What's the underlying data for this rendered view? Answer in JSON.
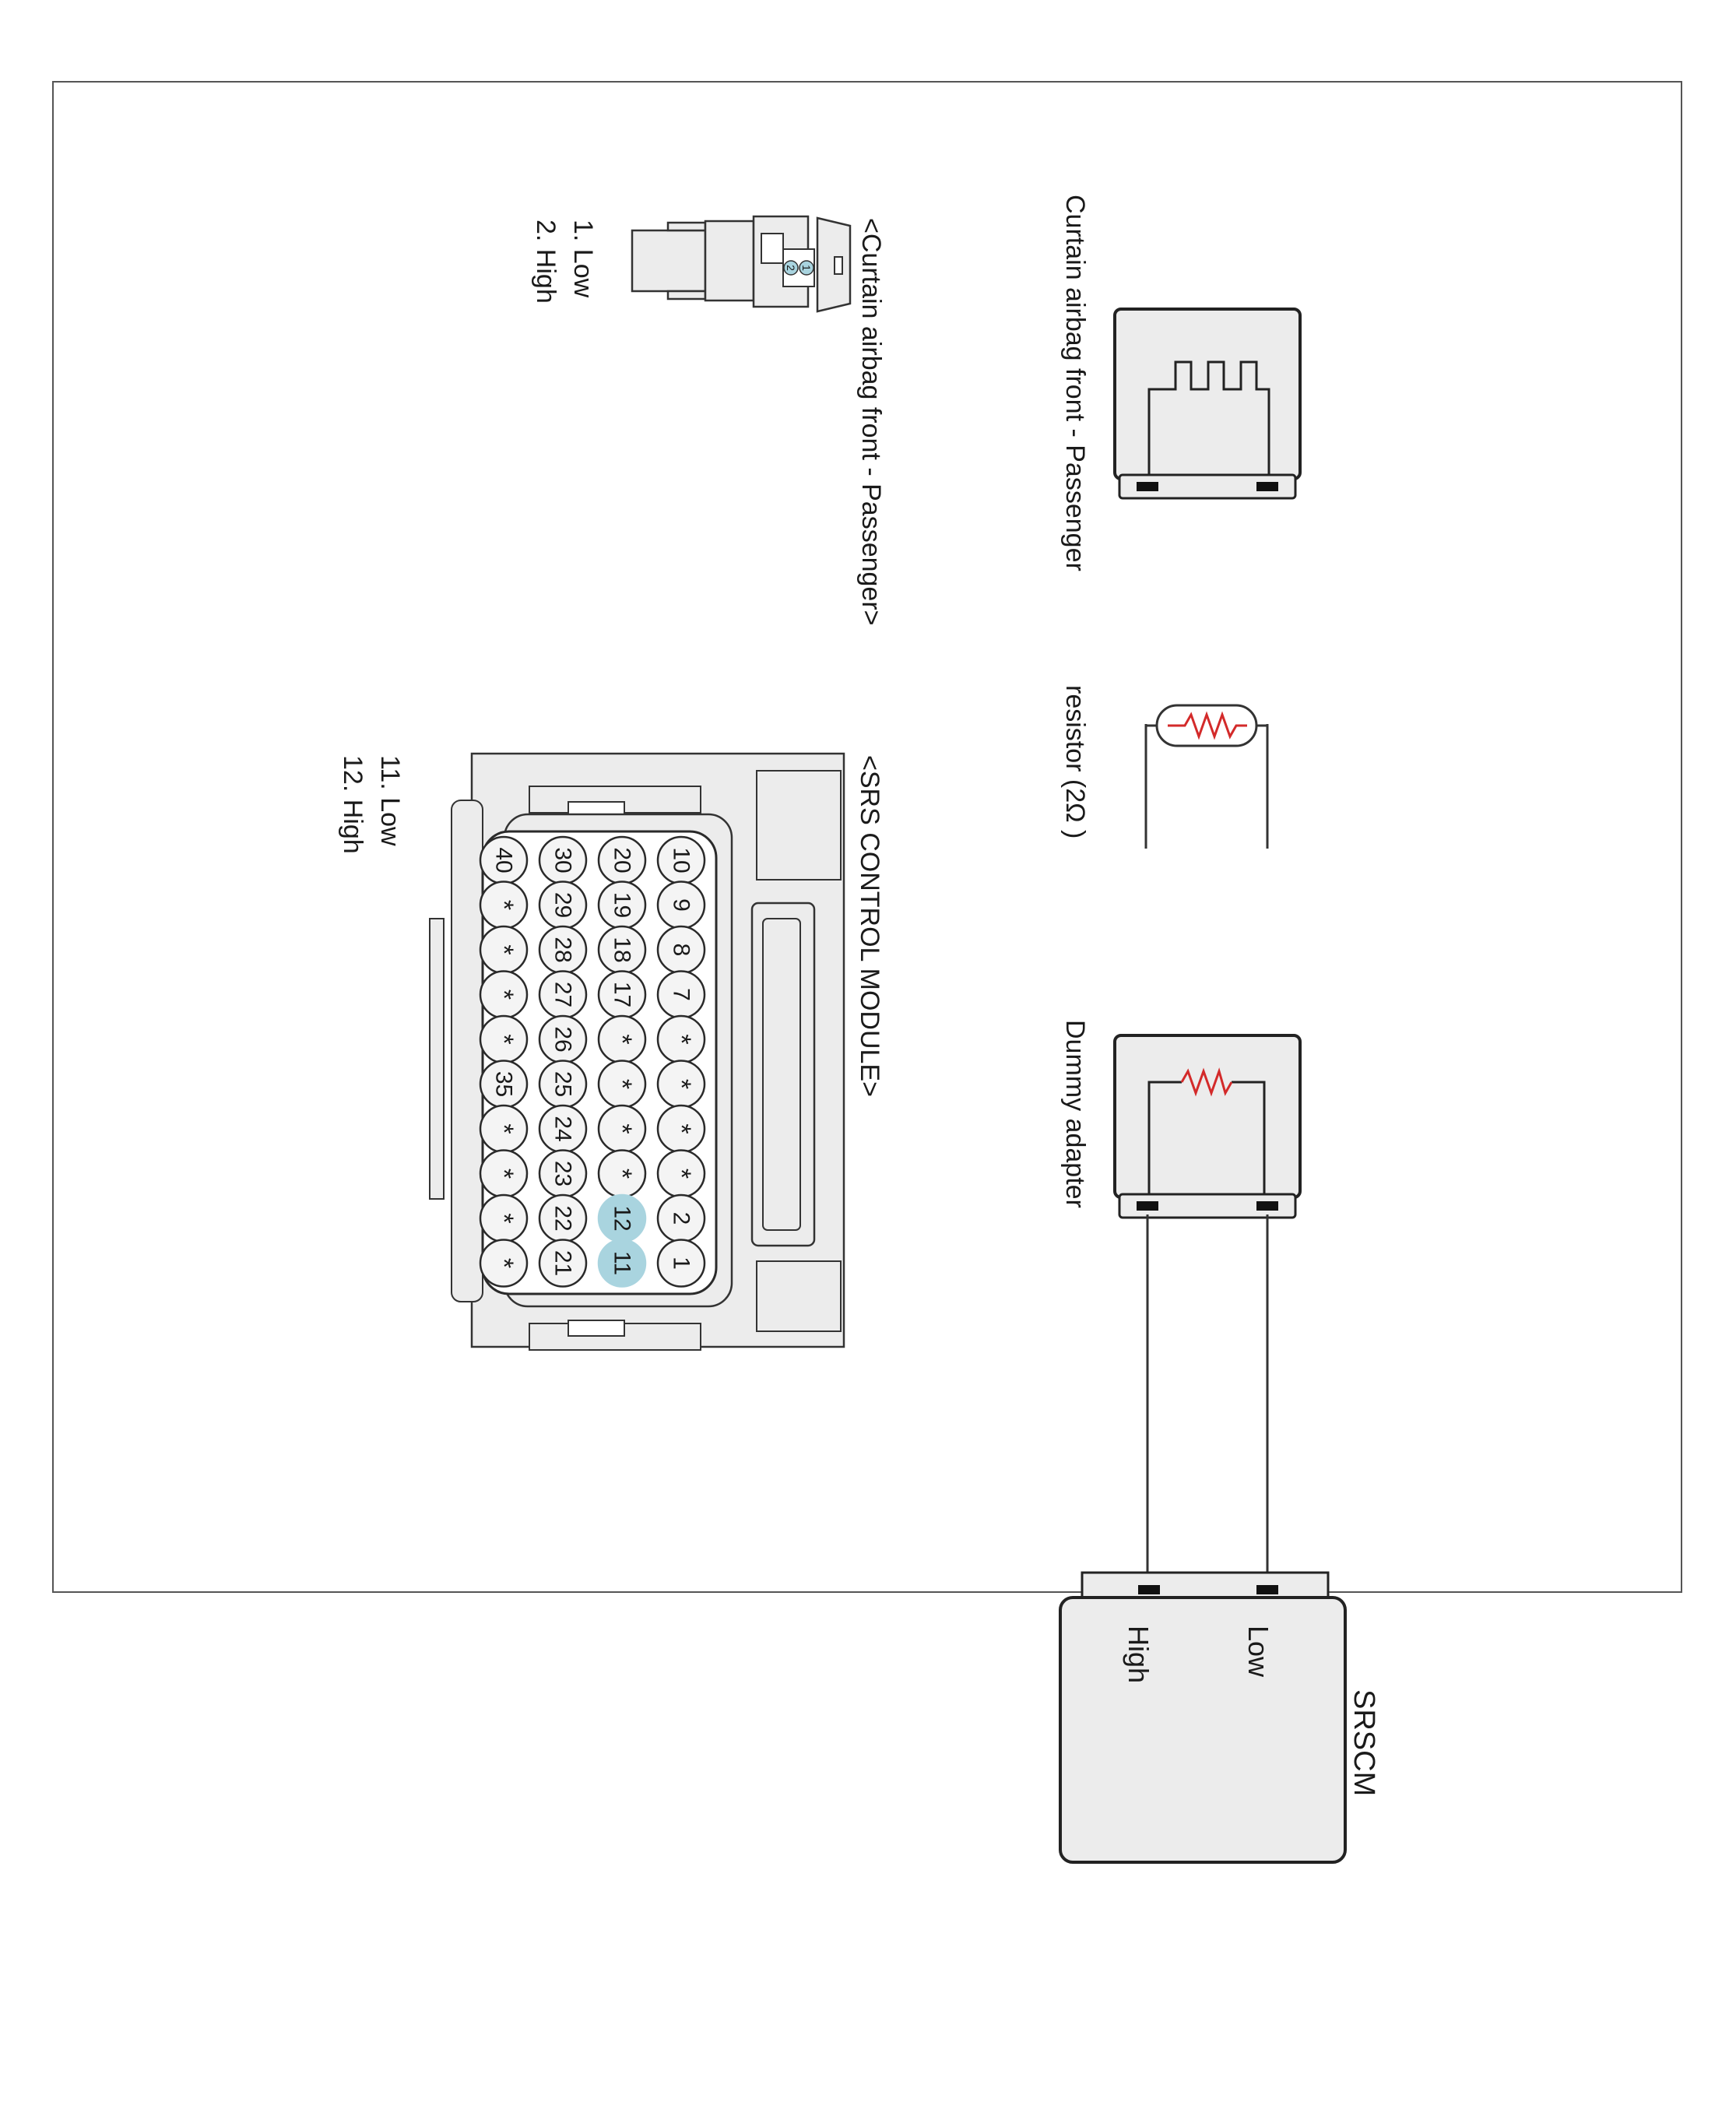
{
  "diagram": {
    "colors": {
      "line": "#2a2a2a",
      "box_fill": "#ececec",
      "connector_fill": "#e6e6e6",
      "pin_fill": "#f4f4f4",
      "highlight": "#a9d4df",
      "resistor": "#d32a2a"
    },
    "components": {
      "curtain_airbag": {
        "label": "Curtain airbag front - Passenger"
      },
      "resistor": {
        "label": "resistor (2Ω )"
      },
      "dummy_adapter": {
        "label": "Dummy adapter"
      },
      "srscm": {
        "label": "SRSCM",
        "pin_low": "Low",
        "pin_high": "High"
      }
    },
    "airbag_connector": {
      "title": "<Curtain airbag front - Passenger>",
      "pin1": "1",
      "pin2": "2",
      "legend": [
        "1. Low",
        "2. High"
      ]
    },
    "srs_connector": {
      "title": "<SRS CONTROL MODULE>",
      "legend": [
        "11. Low",
        "12. High"
      ],
      "highlighted": [
        "11",
        "12"
      ],
      "rows": [
        [
          "10",
          "9",
          "8",
          "7",
          "*",
          "*",
          "*",
          "*",
          "2",
          "1"
        ],
        [
          "20",
          "19",
          "18",
          "17",
          "*",
          "*",
          "*",
          "*",
          "12",
          "11"
        ],
        [
          "30",
          "29",
          "28",
          "27",
          "26",
          "25",
          "24",
          "23",
          "22",
          "21"
        ],
        [
          "40",
          "*",
          "*",
          "*",
          "*",
          "35",
          "*",
          "*",
          "*",
          "*"
        ]
      ]
    }
  }
}
